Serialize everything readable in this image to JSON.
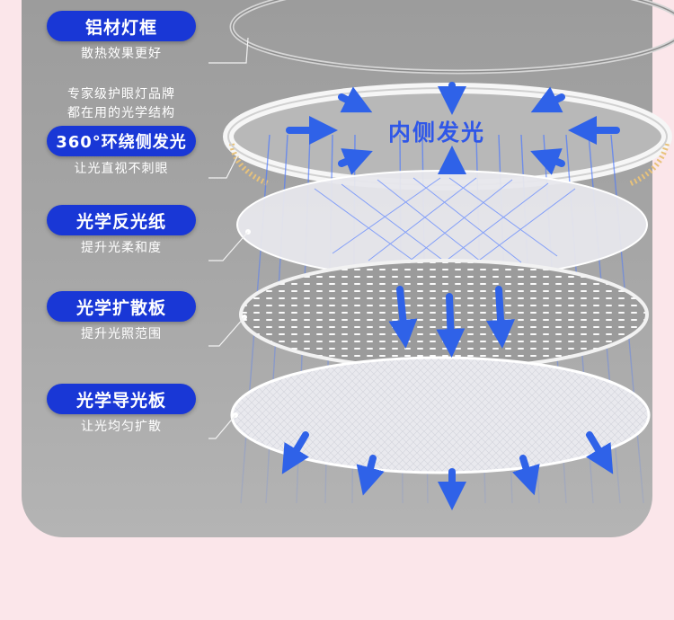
{
  "layers": [
    {
      "title": "铝材灯框",
      "subtitle": "散热效果更好"
    },
    {
      "note_line1": "专家级护眼灯品牌",
      "note_line2": "都在用的光学结构",
      "title": "360°环绕侧发光",
      "subtitle": "让光直视不刺眼"
    },
    {
      "title": "光学反光纸",
      "subtitle": "提升光柔和度"
    },
    {
      "title": "光学扩散板",
      "subtitle": "提升光照范围"
    },
    {
      "title": "光学导光板",
      "subtitle": "让光均匀扩散"
    }
  ],
  "inner_light_label": "内侧发光",
  "colors": {
    "badge": "#1937d6",
    "arrow": "#2f62e8",
    "background": "#a4a4a4",
    "page": "#fbe6ea"
  },
  "icons": [
    "arrow-down-icon",
    "arrow-left-icon",
    "arrow-right-icon",
    "led-strip-icon"
  ]
}
